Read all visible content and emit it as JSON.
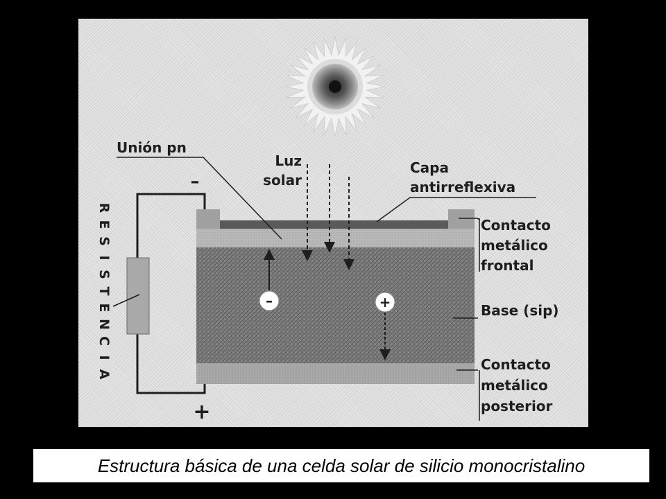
{
  "diagram": {
    "labels": {
      "union_pn": "Unión pn",
      "luz_line1": "Luz",
      "luz_line2": "solar",
      "capa_line1": "Capa",
      "capa_line2": "antirreflexiva",
      "contacto_frontal_line1": "Contacto",
      "contacto_frontal_line2": "metálico",
      "contacto_frontal_line3": "frontal",
      "base": "Base (sip)",
      "contacto_posterior_line1": "Contacto",
      "contacto_posterior_line2": "metálico",
      "contacto_posterior_line3": "posterior",
      "resistencia_letters": [
        "R",
        "E",
        "S",
        "I",
        "S",
        "T",
        "E",
        "N",
        "C",
        "I",
        "A"
      ],
      "terminal_minus": "–",
      "terminal_plus": "+",
      "charge_negative": "–",
      "charge_positive": "+"
    },
    "colors": {
      "panel_background": "#e6e6e6",
      "anti_reflective_layer": "#5a5a5a",
      "n_layer": "#b4b4b4",
      "base_layer": "#7a7a7a",
      "back_contact": "#a8a8a8",
      "front_contact_pads": "#a0a0a0",
      "sun_core": "#333333"
    }
  },
  "caption": {
    "text": "Estructura básica de una celda solar de silicio monocristalino"
  }
}
